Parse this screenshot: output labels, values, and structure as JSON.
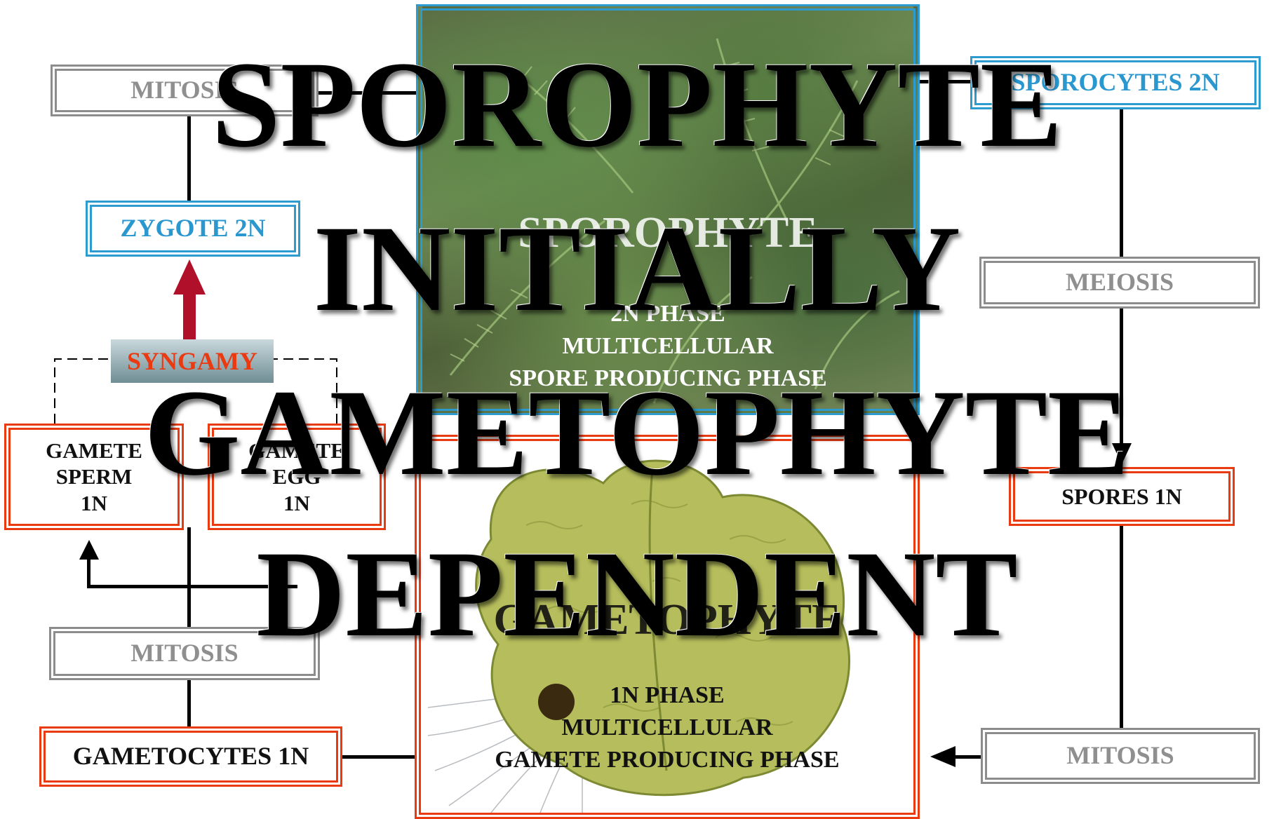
{
  "boxes": {
    "mitosis_top": "MITOSIS",
    "sporocytes": "SPOROCYTES 2N",
    "zygote": "ZYGOTE 2N",
    "meiosis": "MEIOSIS",
    "syngamy": "SYNGAMY",
    "gamete_sperm": {
      "l1": "GAMETE",
      "l2": "SPERM",
      "l3": "1N"
    },
    "gamete_egg": {
      "l1": "GAMETE",
      "l2": "EGG",
      "l3": "1N"
    },
    "spores": "SPORES 1N",
    "mitosis_left": "MITOSIS",
    "gametocytes": "GAMETOCYTES 1N",
    "mitosis_right": "MITOSIS"
  },
  "sporophyte": {
    "title": "SPOROPHYTE",
    "line1": "2N PHASE",
    "line2": "MULTICELLULAR",
    "line3": "SPORE PRODUCING PHASE"
  },
  "gametophyte": {
    "title": "GAMETOPHYTE",
    "line1": "1N PHASE",
    "line2": "MULTICELLULAR",
    "line3": "GAMETE PRODUCING PHASE"
  },
  "overlay": {
    "line1": "SPOROPHYTE",
    "line2": "INITIALLY",
    "line3": "GAMETOPHYTE",
    "line4": "DEPENDENT"
  },
  "colors": {
    "blue": "#2e9bd0",
    "red": "#ea3a12",
    "gray": "#8c8c8c",
    "arrow_red": "#b0102a"
  },
  "icons": [
    "fern-photo",
    "thallus-photo",
    "arrow-up-icon",
    "arrow-down-icon",
    "arrow-left-icon"
  ]
}
